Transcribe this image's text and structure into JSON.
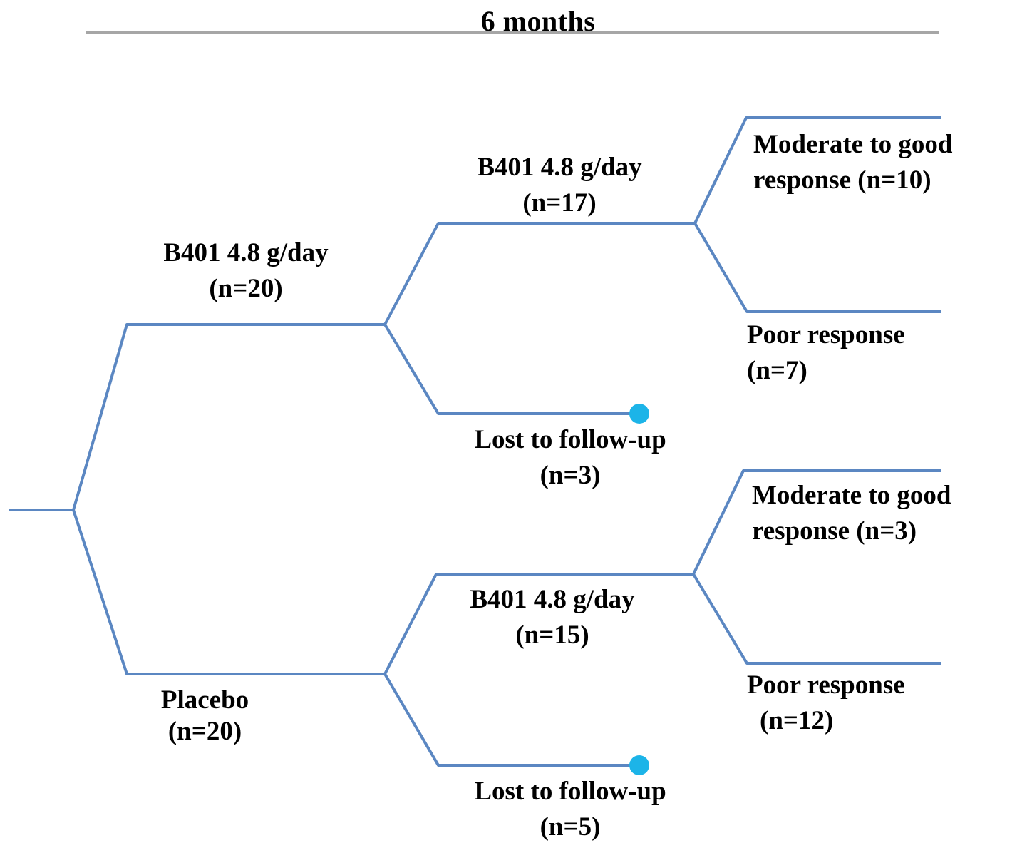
{
  "title": "6 months",
  "colors": {
    "line_blue": "#5b87c2",
    "dot_cyan": "#1cb4e8",
    "rule_gray": "#a6a6a6",
    "text_black": "#000000"
  },
  "nodes": {
    "arm_b401": {
      "line1": "B401 4.8 g/day",
      "line2": "(n=20)"
    },
    "arm_placebo": {
      "line1": "Placebo",
      "line2": "(n=20)"
    },
    "b401_continued": {
      "line1": "B401 4.8 g/day",
      "line2": "(n=17)"
    },
    "b401_lost": {
      "line1": "Lost to follow-up",
      "line2": "(n=3)"
    },
    "b401_moderate": {
      "line1": "Moderate to good",
      "line2": "response (n=10)"
    },
    "b401_poor": {
      "line1": "Poor response",
      "line2": "(n=7)"
    },
    "placebo_b401": {
      "line1": "B401 4.8 g/day",
      "line2": "(n=15)"
    },
    "placebo_lost": {
      "line1": "Lost to follow-up",
      "line2": "(n=5)"
    },
    "placebo_moderate": {
      "line1": "Moderate to good",
      "line2": "response (n=3)"
    },
    "placebo_poor": {
      "line1": "Poor response",
      "line2": "(n=12)"
    }
  }
}
